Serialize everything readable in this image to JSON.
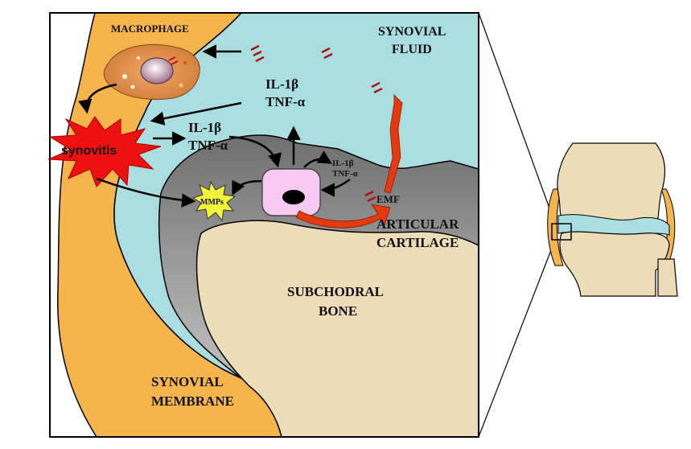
{
  "labels": {
    "macrophage": "MACROPHAGE",
    "synovial_fluid_1": "SYNOVIAL",
    "synovial_fluid_2": "FLUID",
    "synovitis": "synovitis",
    "cytokines_top_1": "IL-1β",
    "cytokines_top_2": "TNF-α",
    "cytokines_mid_1": "IL-1β",
    "cytokines_mid_2": "TNF-α",
    "cytokines_small_1": "IL-1β",
    "cytokines_small_2": "TNF-α",
    "mmps": "MMPs",
    "emf": "EMF",
    "articular_cartilage_1": "ARTICULAR",
    "articular_cartilage_2": "CARTILAGE",
    "subchondral_bone_1": "SUBCHODRAL",
    "subchondral_bone_2": "BONE",
    "synovial_membrane_1": "SYNOVIAL",
    "synovial_membrane_2": "MEMBRANE"
  },
  "colors": {
    "membrane": "#f6b54a",
    "fluid": "#a9dde0",
    "cartilage": "#8c8c8c",
    "bone": "#ecdcb8",
    "synovitis": "#ee1111",
    "mmps": "#f3f33a",
    "chondrocyte": "#f7c8f2",
    "emf_arrow": "#e53a10",
    "outline": "#000000"
  }
}
